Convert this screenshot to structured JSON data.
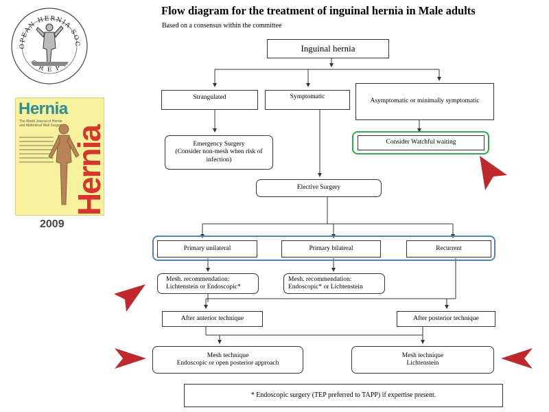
{
  "title": "Flow diagram for the treatment of inguinal hernia in Male adults",
  "subtitle": "Based on a consensus within the committee",
  "logo": {
    "text": "EUROPEAN HERNIA SOCIETY",
    "bottom": "G R E P A"
  },
  "journal_cover": {
    "brand": "Hernia",
    "subtitle": "The World Journal of Hernia and Abdominal Wall Surgery",
    "vertical": "Hernia",
    "year": "2009"
  },
  "nodes": {
    "inguinal_hernia": "Inguinal hernia",
    "strangulated": "Strangulated",
    "symptomatic": "Symptomatic",
    "asymptomatic": "Asymptomatic or minimally symptomatic",
    "emergency_line1": "Emergency Surgery",
    "emergency_line2": "(Consider non-mesh when risk of",
    "emergency_line3": "infection)",
    "watchful": "Consider Watchful waiting",
    "elective": "Elective Surgery",
    "primary_unilateral": "Primary unilateral",
    "primary_bilateral": "Primary bilateral",
    "recurrent": "Recurrent",
    "mesh_rec_uni_line1": "Mesh. recommendation:",
    "mesh_rec_uni_line2": "Lichtenstein or Endoscopic*",
    "mesh_rec_bi_line1": "Mesh. recommendation:",
    "mesh_rec_bi_line2": "Endoscopic* or Lichtenstein",
    "after_anterior": "After anterior technique",
    "after_posterior": "After posterior technique",
    "mesh_tech_left_line1": "Mesh technique",
    "mesh_tech_left_line2": "Endoscopic or open posterior approach",
    "mesh_tech_right_line1": "Mesh technique",
    "mesh_tech_right_line2": "Lichtenstein",
    "footnote": "* Endoscopic surgery (TEP preferred to TAPP) if expertise present."
  },
  "colors": {
    "highlight_green": "#22b14c",
    "highlight_blue": "#4f81bd",
    "arrow_red": "#c0282b"
  }
}
